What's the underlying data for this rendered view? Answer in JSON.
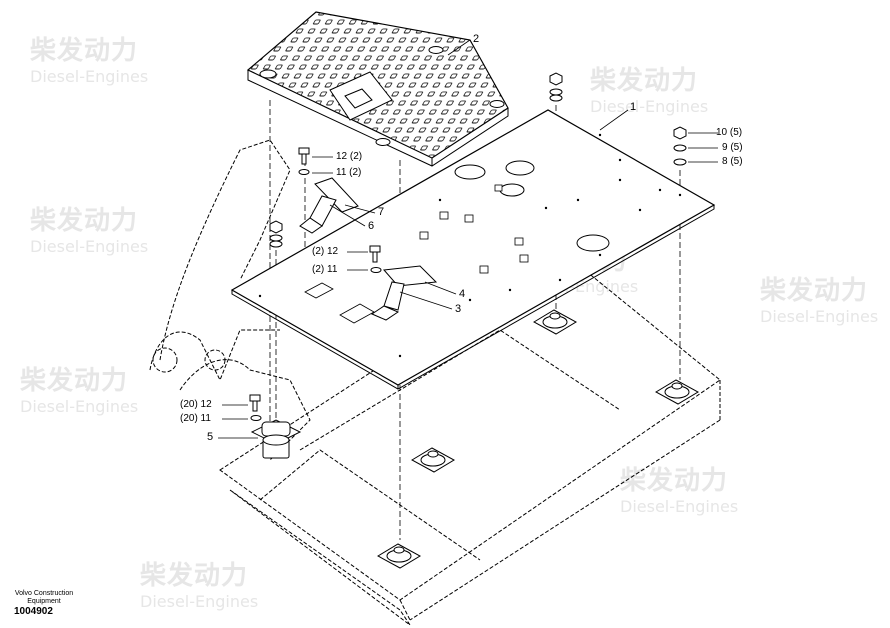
{
  "watermark": {
    "cn": "柴发动力",
    "en": "Diesel-Engines"
  },
  "callouts": [
    {
      "id": "1",
      "text": "1"
    },
    {
      "id": "2",
      "text": "2"
    },
    {
      "id": "3",
      "text": "3"
    },
    {
      "id": "4",
      "text": "4"
    },
    {
      "id": "5",
      "text": "5"
    },
    {
      "id": "6",
      "text": "6"
    },
    {
      "id": "7",
      "text": "7"
    },
    {
      "id": "8",
      "text": "8 (5)"
    },
    {
      "id": "9",
      "text": "9 (5)"
    },
    {
      "id": "10",
      "text": "10 (5)"
    },
    {
      "id": "11a",
      "text": "11 (2)"
    },
    {
      "id": "12a",
      "text": "12 (2)"
    },
    {
      "id": "12b",
      "text": "(2) 12"
    },
    {
      "id": "11b",
      "text": "(2) 11"
    },
    {
      "id": "12c",
      "text": "(20) 12"
    },
    {
      "id": "11c",
      "text": "(20) 11"
    }
  ],
  "footer": {
    "company": "Volvo Construction Equipment",
    "drawing_number": "1004902"
  }
}
